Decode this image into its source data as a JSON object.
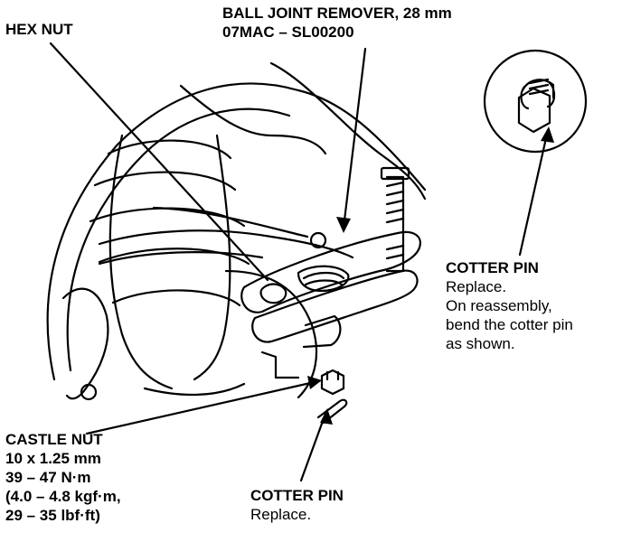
{
  "labels": {
    "ball_joint_remover": {
      "name": "BALL JOINT REMOVER, 28 mm",
      "part_number": "07MAC – SL00200"
    },
    "hex_nut": {
      "name": "HEX NUT"
    },
    "cotter_pin_detail": {
      "name": "COTTER PIN",
      "line1": "Replace.",
      "line2": "On reassembly,",
      "line3": "bend the cotter pin",
      "line4": "as shown."
    },
    "castle_nut": {
      "name": "CASTLE NUT",
      "size": "10 x 1.25 mm",
      "torque_nm": "39 – 47 N·m",
      "torque_kgfm": "(4.0 – 4.8 kgf·m,",
      "torque_lbfft": "29 – 35 lbf·ft)"
    },
    "cotter_pin_bottom": {
      "name": "COTTER PIN",
      "line1": "Replace."
    }
  }
}
